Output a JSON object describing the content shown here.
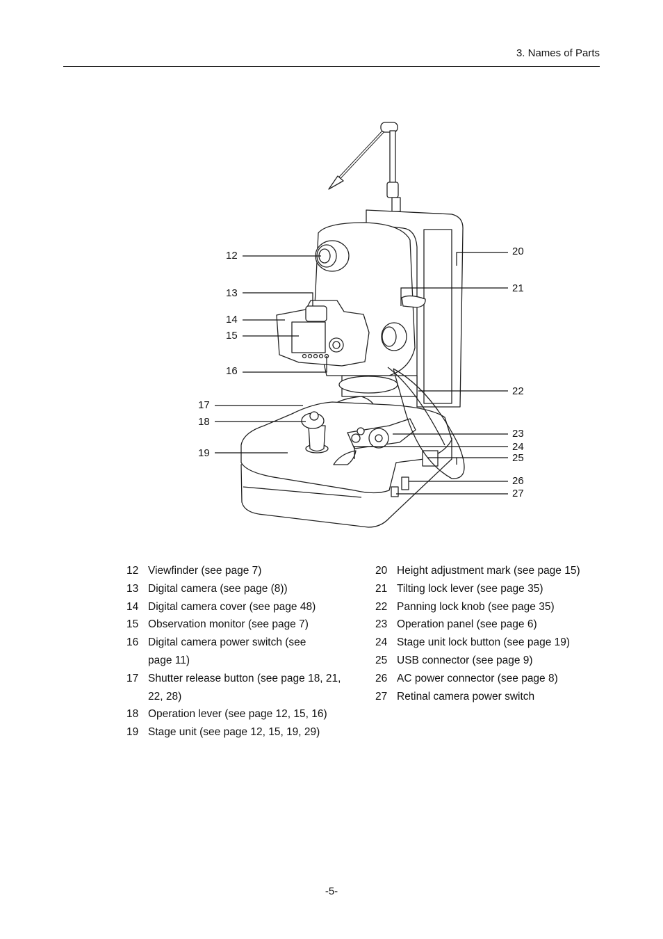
{
  "header": {
    "section_title": "3. Names of Parts"
  },
  "figure": {
    "callouts": [
      "12",
      "13",
      "14",
      "15",
      "16",
      "17",
      "18",
      "19",
      "20",
      "21",
      "22",
      "23",
      "24",
      "25",
      "26",
      "27"
    ]
  },
  "legend": {
    "left": [
      {
        "num": "12",
        "text": "Viewfinder (see page 7)"
      },
      {
        "num": "13",
        "text": "Digital camera (see page (8))"
      },
      {
        "num": "14",
        "text": "Digital camera cover (see page 48)"
      },
      {
        "num": "15",
        "text": "Observation monitor (see page 7)"
      },
      {
        "num": "16",
        "text": "Digital camera power switch (see page 11)"
      },
      {
        "num": "17",
        "text": "Shutter release button (see page 18, 21, 22, 28)"
      },
      {
        "num": "18",
        "text": "Operation lever (see page 12, 15, 16)"
      },
      {
        "num": "19",
        "text": "Stage unit (see page 12, 15, 19, 29)"
      }
    ],
    "right": [
      {
        "num": "20",
        "text": "Height adjustment mark (see page 15)"
      },
      {
        "num": "21",
        "text": "Tilting lock lever (see page 35)"
      },
      {
        "num": "22",
        "text": "Panning lock knob (see page 35)"
      },
      {
        "num": "23",
        "text": "Operation panel (see page 6)"
      },
      {
        "num": "24",
        "text": "Stage unit lock button (see page 19)"
      },
      {
        "num": "25",
        "text": "USB connector (see page 9)"
      },
      {
        "num": "26",
        "text": "AC power connector (see page 8)"
      },
      {
        "num": "27",
        "text": "Retinal camera power switch"
      }
    ]
  },
  "footer": {
    "page_number": "-5-"
  }
}
